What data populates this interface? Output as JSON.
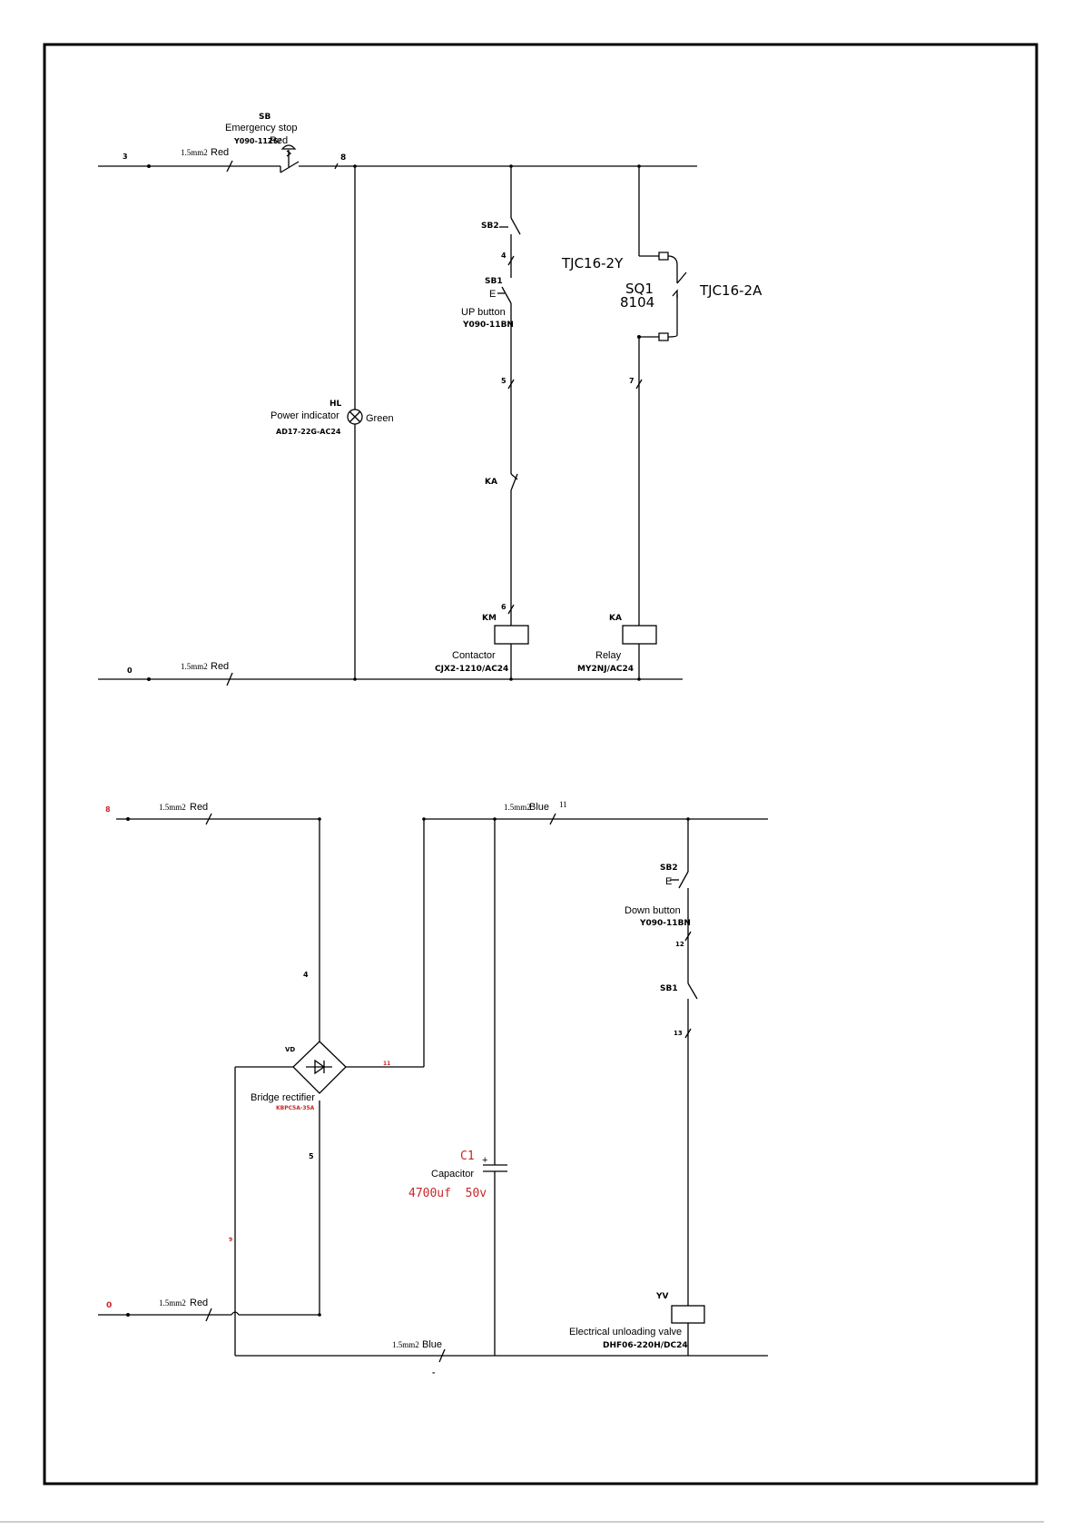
{
  "colors": {
    "wire": "#000000",
    "accent_red": "#c8262a",
    "background": "#ffffff"
  },
  "control_circuit": {
    "node_3": "3",
    "node_0": "0",
    "top_wire_spec": "1.5mm2",
    "top_wire_color": "Red",
    "bottom_wire_spec": "1.5mm2",
    "bottom_wire_color": "Red",
    "emergency_stop": {
      "tag": "SB",
      "name": "Emergency stop",
      "model": "Y090-11ZS/",
      "color": "Red"
    },
    "node_8": "8",
    "power_indicator": {
      "tag": "HL",
      "name": "Power indicator",
      "model": "AD17-22G-AC24",
      "color": "Green"
    },
    "branch_contactor": {
      "sb2": "SB2",
      "wire_4": "4",
      "sb1": "SB1",
      "sb1_e": "E",
      "up_button": "UP button",
      "up_button_model": "Y090-11BN",
      "wire_5": "5",
      "ka_contact": "KA",
      "wire_6": "6",
      "km": "KM",
      "contactor": "Contactor",
      "contactor_model": "CJX2-1210/AC24"
    },
    "branch_relay": {
      "connector_top": "TJC16-2Y",
      "sq1": "SQ1",
      "sq1_model": "8104",
      "connector_switch": "TJC16-2A",
      "wire_7": "7",
      "ka": "KA",
      "relay": "Relay",
      "relay_model": "MY2NJ/AC24"
    }
  },
  "valve_circuit": {
    "node_8": "8",
    "node_0": "0",
    "wire_top_spec": "1.5mm2",
    "wire_top_color": "Red",
    "wire_bottom_spec": "1.5mm2",
    "wire_bottom_color": "Red",
    "wire_4": "4",
    "wire_5": "5",
    "rectifier": {
      "tag": "VD",
      "name": "Bridge rectifier",
      "model": "KBPC5A-35A"
    },
    "wire_11_red": "11",
    "wire_9_red": "9",
    "blue_top_spec": "1.5mm2",
    "blue_top_color": "Blue",
    "wire_11": "11",
    "capacitor": {
      "tag": "C1",
      "name": "Capacitor",
      "value": "4700uf  50v",
      "plus": "+"
    },
    "down_branch": {
      "sb2": "SB2",
      "sb2_e": "E",
      "down_button": "Down button",
      "down_button_model": "Y090-11BN",
      "wire_12": "12",
      "sb1": "SB1",
      "wire_13": "13",
      "yv": "YV",
      "valve": "Electrical unloading valve",
      "valve_model": "DHF06-220H/DC24"
    },
    "blue_bottom_spec": "1.5mm2",
    "blue_bottom_color": "Blue",
    "stray_mark": "-"
  }
}
